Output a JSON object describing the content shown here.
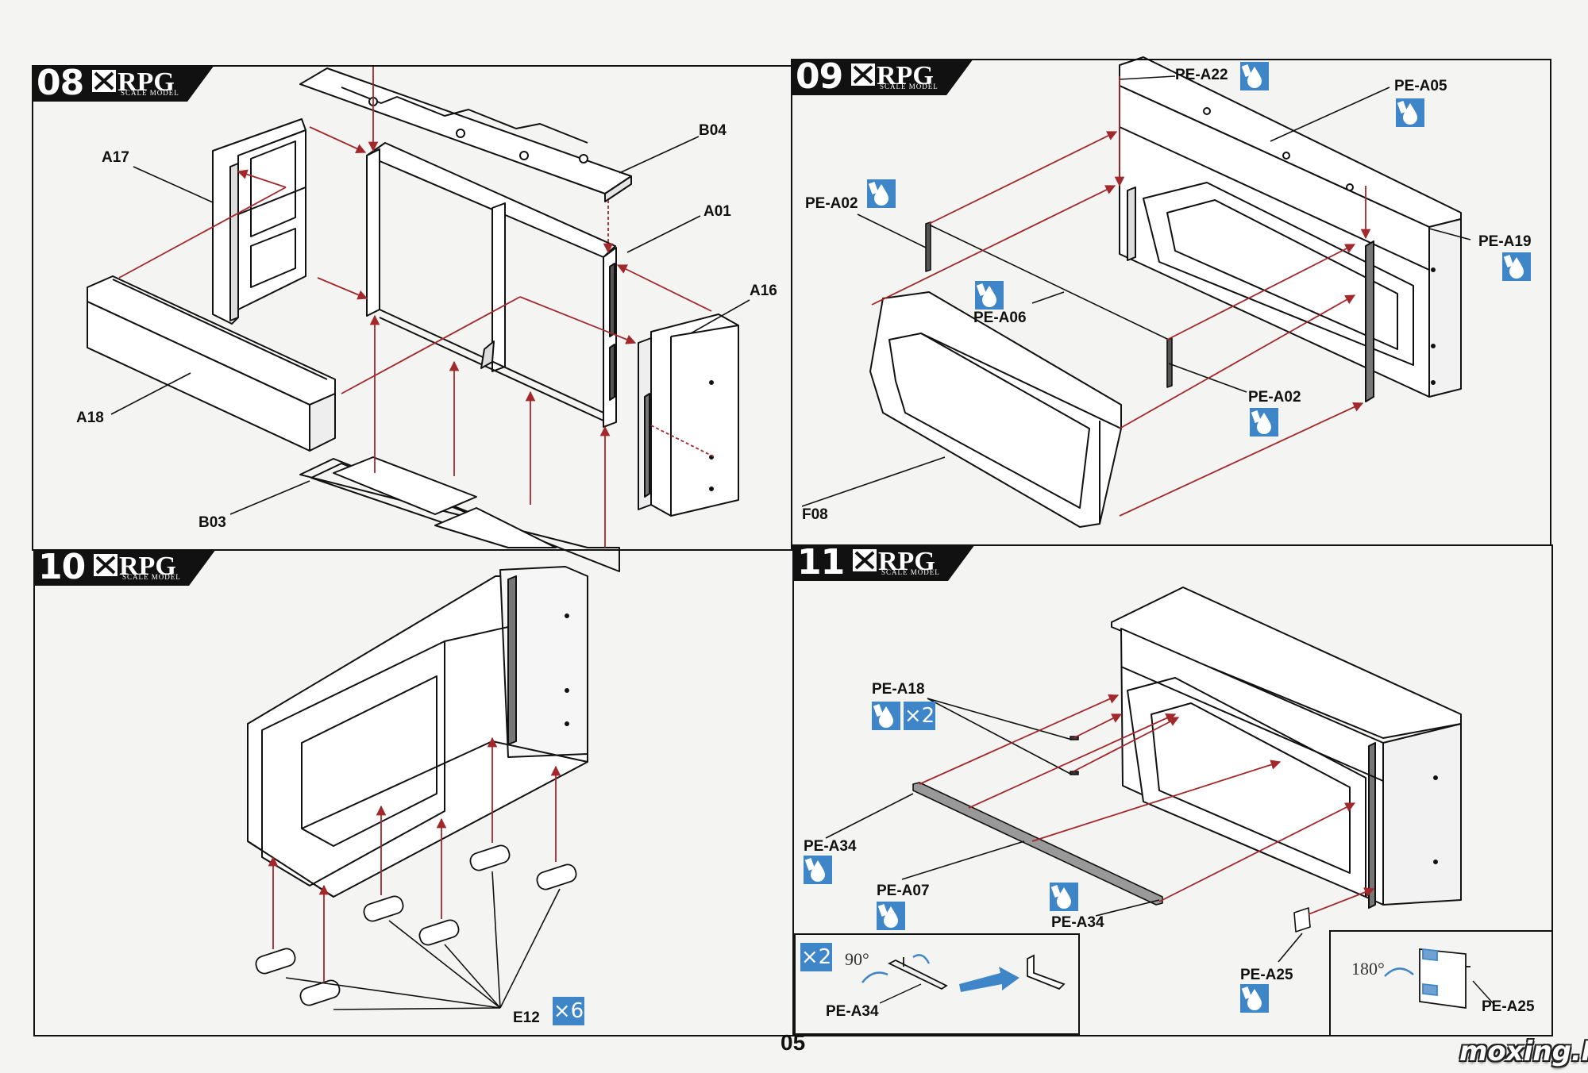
{
  "page_number": "05",
  "watermark": "moxing.NET",
  "brand": {
    "name": "RPG",
    "sub": "SCALE MODEL"
  },
  "colors": {
    "arrow": "#a3282b",
    "glue_badge": "#3f86c9",
    "line": "#111111"
  },
  "steps": [
    {
      "number": "08",
      "labels": {
        "a17": "A17",
        "b04": "B04",
        "a01": "A01",
        "a16": "A16",
        "a18": "A18",
        "b03": "B03"
      }
    },
    {
      "number": "09",
      "labels": {
        "pe_a22": "PE-A22",
        "pe_a05": "PE-A05",
        "pe_a02_top": "PE-A02",
        "pe_a19": "PE-A19",
        "pe_a06": "PE-A06",
        "pe_a02_bottom": "PE-A02",
        "f08": "F08"
      }
    },
    {
      "number": "10",
      "labels": {
        "e12": "E12",
        "e12_qty": "×6"
      }
    },
    {
      "number": "11",
      "labels": {
        "pe_a18": "PE-A18",
        "pe_a18_qty": "×2",
        "pe_a34_left": "PE-A34",
        "pe_a07": "PE-A07",
        "pe_a34_right": "PE-A34",
        "pe_a25": "PE-A25"
      },
      "insets": [
        {
          "qty": "×2",
          "angle": "90°",
          "label": "PE-A34"
        },
        {
          "angle": "180°",
          "label": "PE-A25"
        }
      ]
    }
  ]
}
